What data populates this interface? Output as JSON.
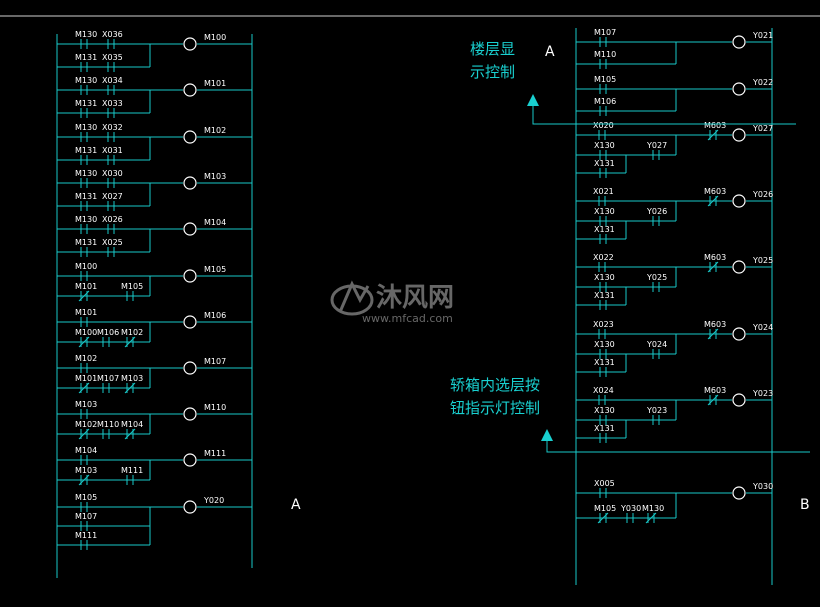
{
  "colors": {
    "line": "#19c9c9",
    "text": "#ffffff",
    "note": "#19d0d0",
    "background": "#000000"
  },
  "left_ladder": {
    "rungs": [
      {
        "c1": "M130",
        "c2": "X036",
        "c3": "M131",
        "c4": "X035",
        "coil": "M100"
      },
      {
        "c1": "M130",
        "c2": "X034",
        "c3": "M131",
        "c4": "X033",
        "coil": "M101"
      },
      {
        "c1": "M130",
        "c2": "X032",
        "c3": "M131",
        "c4": "X031",
        "coil": "M102"
      },
      {
        "c1": "M130",
        "c2": "X030",
        "c3": "M131",
        "c4": "X027",
        "coil": "M103"
      },
      {
        "c1": "M130",
        "c2": "X026",
        "c3": "M131",
        "c4": "X025",
        "coil": "M104"
      }
    ],
    "rungs2": [
      {
        "top": "M100",
        "b1": "M101",
        "b2": "M105",
        "coil": "M105"
      },
      {
        "top": "M101",
        "b1": "M100",
        "b2": "M106",
        "b3": "M102",
        "coil": "M106"
      },
      {
        "top": "M102",
        "b1": "M101",
        "b2": "M107",
        "b3": "M103",
        "coil": "M107"
      },
      {
        "top": "M103",
        "b1": "M102",
        "b2": "M110",
        "b3": "M104",
        "coil": "M110"
      },
      {
        "top": "M104",
        "b1": "M103",
        "b2": "M111",
        "coil": "M111"
      }
    ],
    "last": {
      "c1": "M105",
      "c2": "M107",
      "c3": "M111",
      "coil": "Y020"
    },
    "end_marker": "A"
  },
  "right_ladder": {
    "top_marker": "A",
    "display_rungs": [
      {
        "c1": "M107",
        "c2": "M110",
        "coil": "Y021"
      },
      {
        "c1": "M105",
        "c2": "M106",
        "coil": "Y022"
      }
    ],
    "button_rungs": [
      {
        "x": "X020",
        "m": "M603",
        "y": "Y027"
      },
      {
        "x": "X021",
        "m": "M603",
        "y": "Y026"
      },
      {
        "x": "X022",
        "m": "M603",
        "y": "Y025"
      },
      {
        "x": "X023",
        "m": "M603",
        "y": "Y024"
      },
      {
        "x": "X024",
        "m": "M603",
        "y": "Y023"
      }
    ],
    "x130": "X130",
    "x131": "X131",
    "bottom": {
      "x": "X005",
      "coil": "Y030",
      "b1": "M105",
      "b2": "Y030",
      "b3": "M130"
    },
    "end_marker": "B"
  },
  "notes": {
    "floor_display": [
      "楼层显",
      "示控制"
    ],
    "button_light": [
      "轿箱内选层按",
      "钮指示灯控制"
    ]
  },
  "watermark": {
    "cn": "沐风网",
    "url": "www.mfcad.com"
  }
}
